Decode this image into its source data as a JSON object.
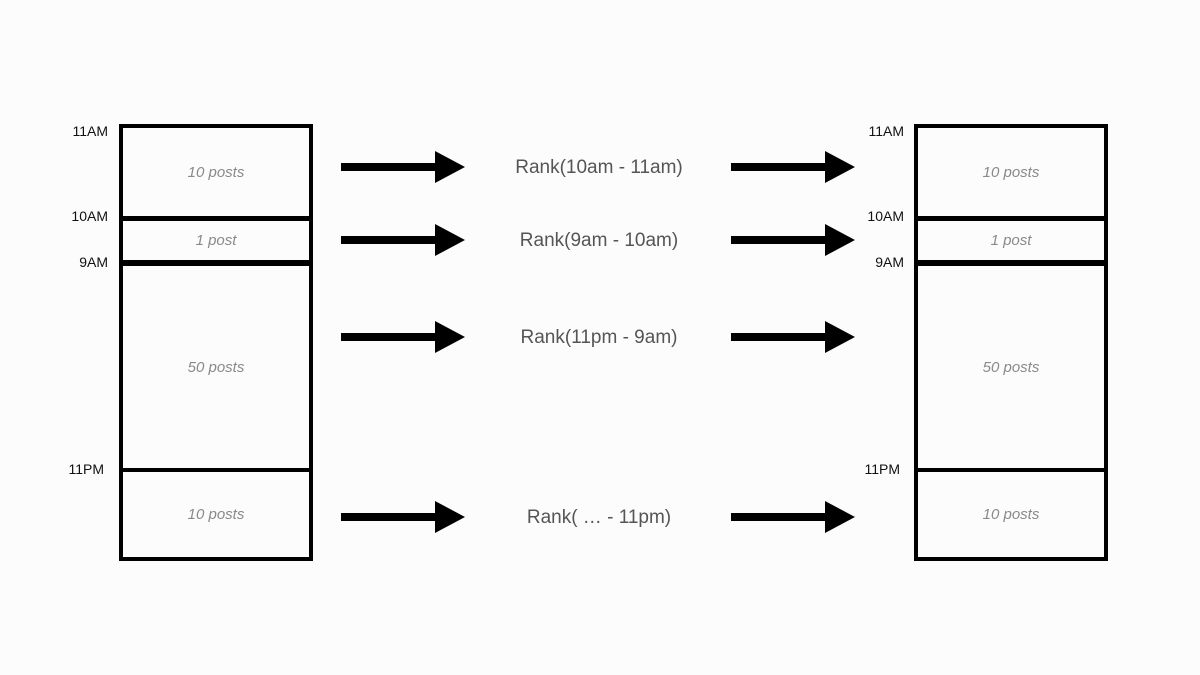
{
  "left_column": {
    "time_labels": [
      "11AM",
      "10AM",
      "9AM",
      "11PM"
    ],
    "segments": [
      "10 posts",
      "1 post",
      "50 posts",
      "10 posts"
    ]
  },
  "right_column": {
    "time_labels": [
      "11AM",
      "10AM",
      "9AM",
      "11PM"
    ],
    "segments": [
      "10 posts",
      "1 post",
      "50 posts",
      "10 posts"
    ]
  },
  "rank_labels": [
    "Rank(10am - 11am)",
    "Rank(9am - 10am)",
    "Rank(11pm - 9am)",
    "Rank( … - 11pm)"
  ],
  "colors": {
    "background": "#fcfcfc",
    "stroke": "#000000",
    "segment_text": "#8a8a8a",
    "rank_text": "#555555"
  }
}
